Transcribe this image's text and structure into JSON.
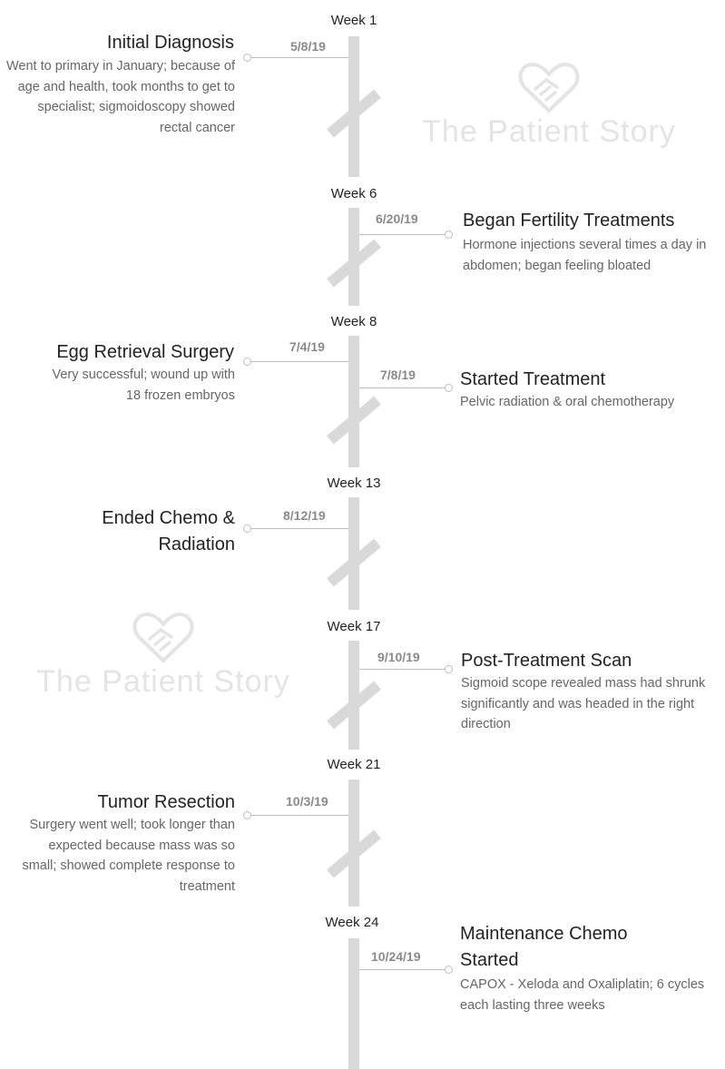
{
  "watermark": {
    "text": "The Patient Story",
    "icon": "heart-handshake-icon"
  },
  "weeks": [
    "Week 1",
    "Week 6",
    "Week 8",
    "Week 13",
    "Week 17",
    "Week 21",
    "Week 24"
  ],
  "events": [
    {
      "date": "5/8/19",
      "title": "Initial Diagnosis",
      "description": "Went to primary in January; because of age and health, took months to get to specialist; sigmoidoscopy showed rectal cancer"
    },
    {
      "date": "6/20/19",
      "title": "Began Fertility Treatments",
      "description": "Hormone injections several times a day in abdomen; began feeling bloated"
    },
    {
      "date": "7/4/19",
      "title": "Egg Retrieval Surgery",
      "description": "Very successful; wound up with 18 frozen embryos"
    },
    {
      "date": "7/8/19",
      "title": "Started Treatment",
      "description": "Pelvic radiation & oral chemotherapy"
    },
    {
      "date": "8/12/19",
      "title": "Ended Chemo & Radiation",
      "description": ""
    },
    {
      "date": "9/10/19",
      "title": "Post-Treatment Scan",
      "description": "Sigmoid scope revealed mass had shrunk significantly and was headed in the right direction"
    },
    {
      "date": "10/3/19",
      "title": "Tumor Resection",
      "description": "Surgery went well; took longer than expected because mass was so small; showed complete response to treatment"
    },
    {
      "date": "10/24/19",
      "title": "Maintenance Chemo Started",
      "description": "CAPOX - Xeloda and Oxaliplatin; 6 cycles each lasting three weeks"
    }
  ],
  "colors": {
    "spine": "#d9d9d9",
    "connector": "#bdbdbd",
    "date": "#8a8a8a",
    "title": "#222222",
    "description": "#666666",
    "watermark": "#e4e4e4"
  }
}
